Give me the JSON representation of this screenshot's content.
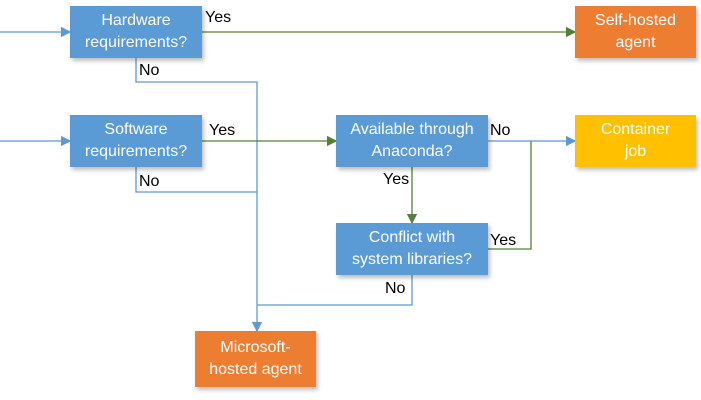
{
  "colors": {
    "decision": "#5B9BD5",
    "orange": "#ED7D31",
    "yellow": "#FFC000",
    "blue_line": "#5B9BD5",
    "green_line": "#548235"
  },
  "nodes": {
    "hardware": {
      "line1": "Hardware",
      "line2": "requirements?"
    },
    "self_hosted": {
      "line1": "Self-hosted",
      "line2": "agent"
    },
    "software": {
      "line1": "Software",
      "line2": "requirements?"
    },
    "anaconda": {
      "line1": "Available through",
      "line2": "Anaconda?"
    },
    "container": {
      "line1": "Container",
      "line2": "job"
    },
    "conflict": {
      "line1": "Conflict with",
      "line2": "system libraries?"
    },
    "microsoft": {
      "line1": "Microsoft-",
      "line2": "hosted agent"
    }
  },
  "labels": {
    "hardware_yes": "Yes",
    "hardware_no": "No",
    "software_yes": "Yes",
    "software_no": "No",
    "anaconda_no": "No",
    "anaconda_yes": "Yes",
    "conflict_yes": "Yes",
    "conflict_no": "No"
  }
}
